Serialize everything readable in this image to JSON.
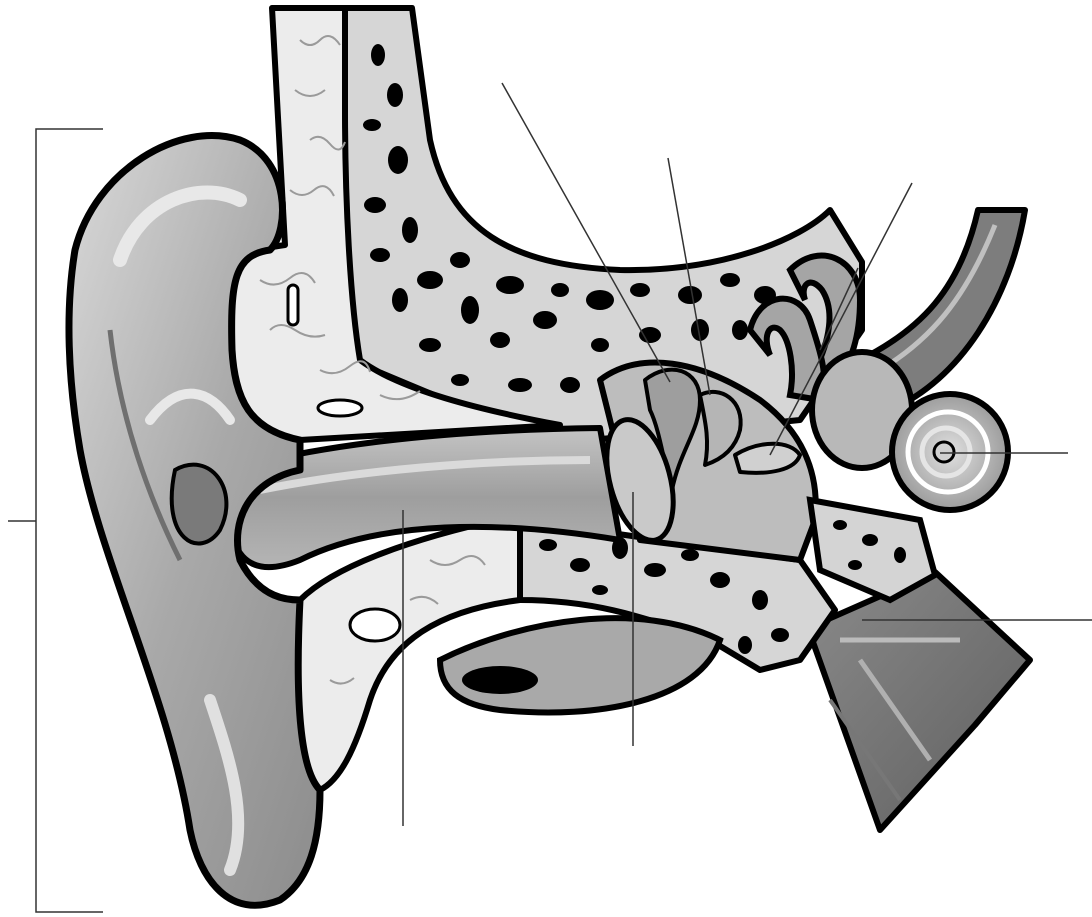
{
  "diagram": {
    "subject": "",
    "label_text": [],
    "callouts": [
      "outer-ear-bracket",
      "tympanic-membrane-leader",
      "ossicle-leader-1",
      "ossicle-leader-2",
      "ossicle-leader-3",
      "cochlea-leader",
      "auditory-nerve-leader",
      "ear-canal-leader",
      "middle-ear-leader"
    ],
    "colors": {
      "outline": "#000000",
      "bone_fill": "#d4d4d4",
      "bone_pore": "#000000",
      "soft_tissue": "#f0f0f0",
      "skin_light": "#c9c9c9",
      "skin_mid": "#a8a8a8",
      "skin_dark": "#8a8a8a",
      "leader_line": "#333333"
    }
  }
}
